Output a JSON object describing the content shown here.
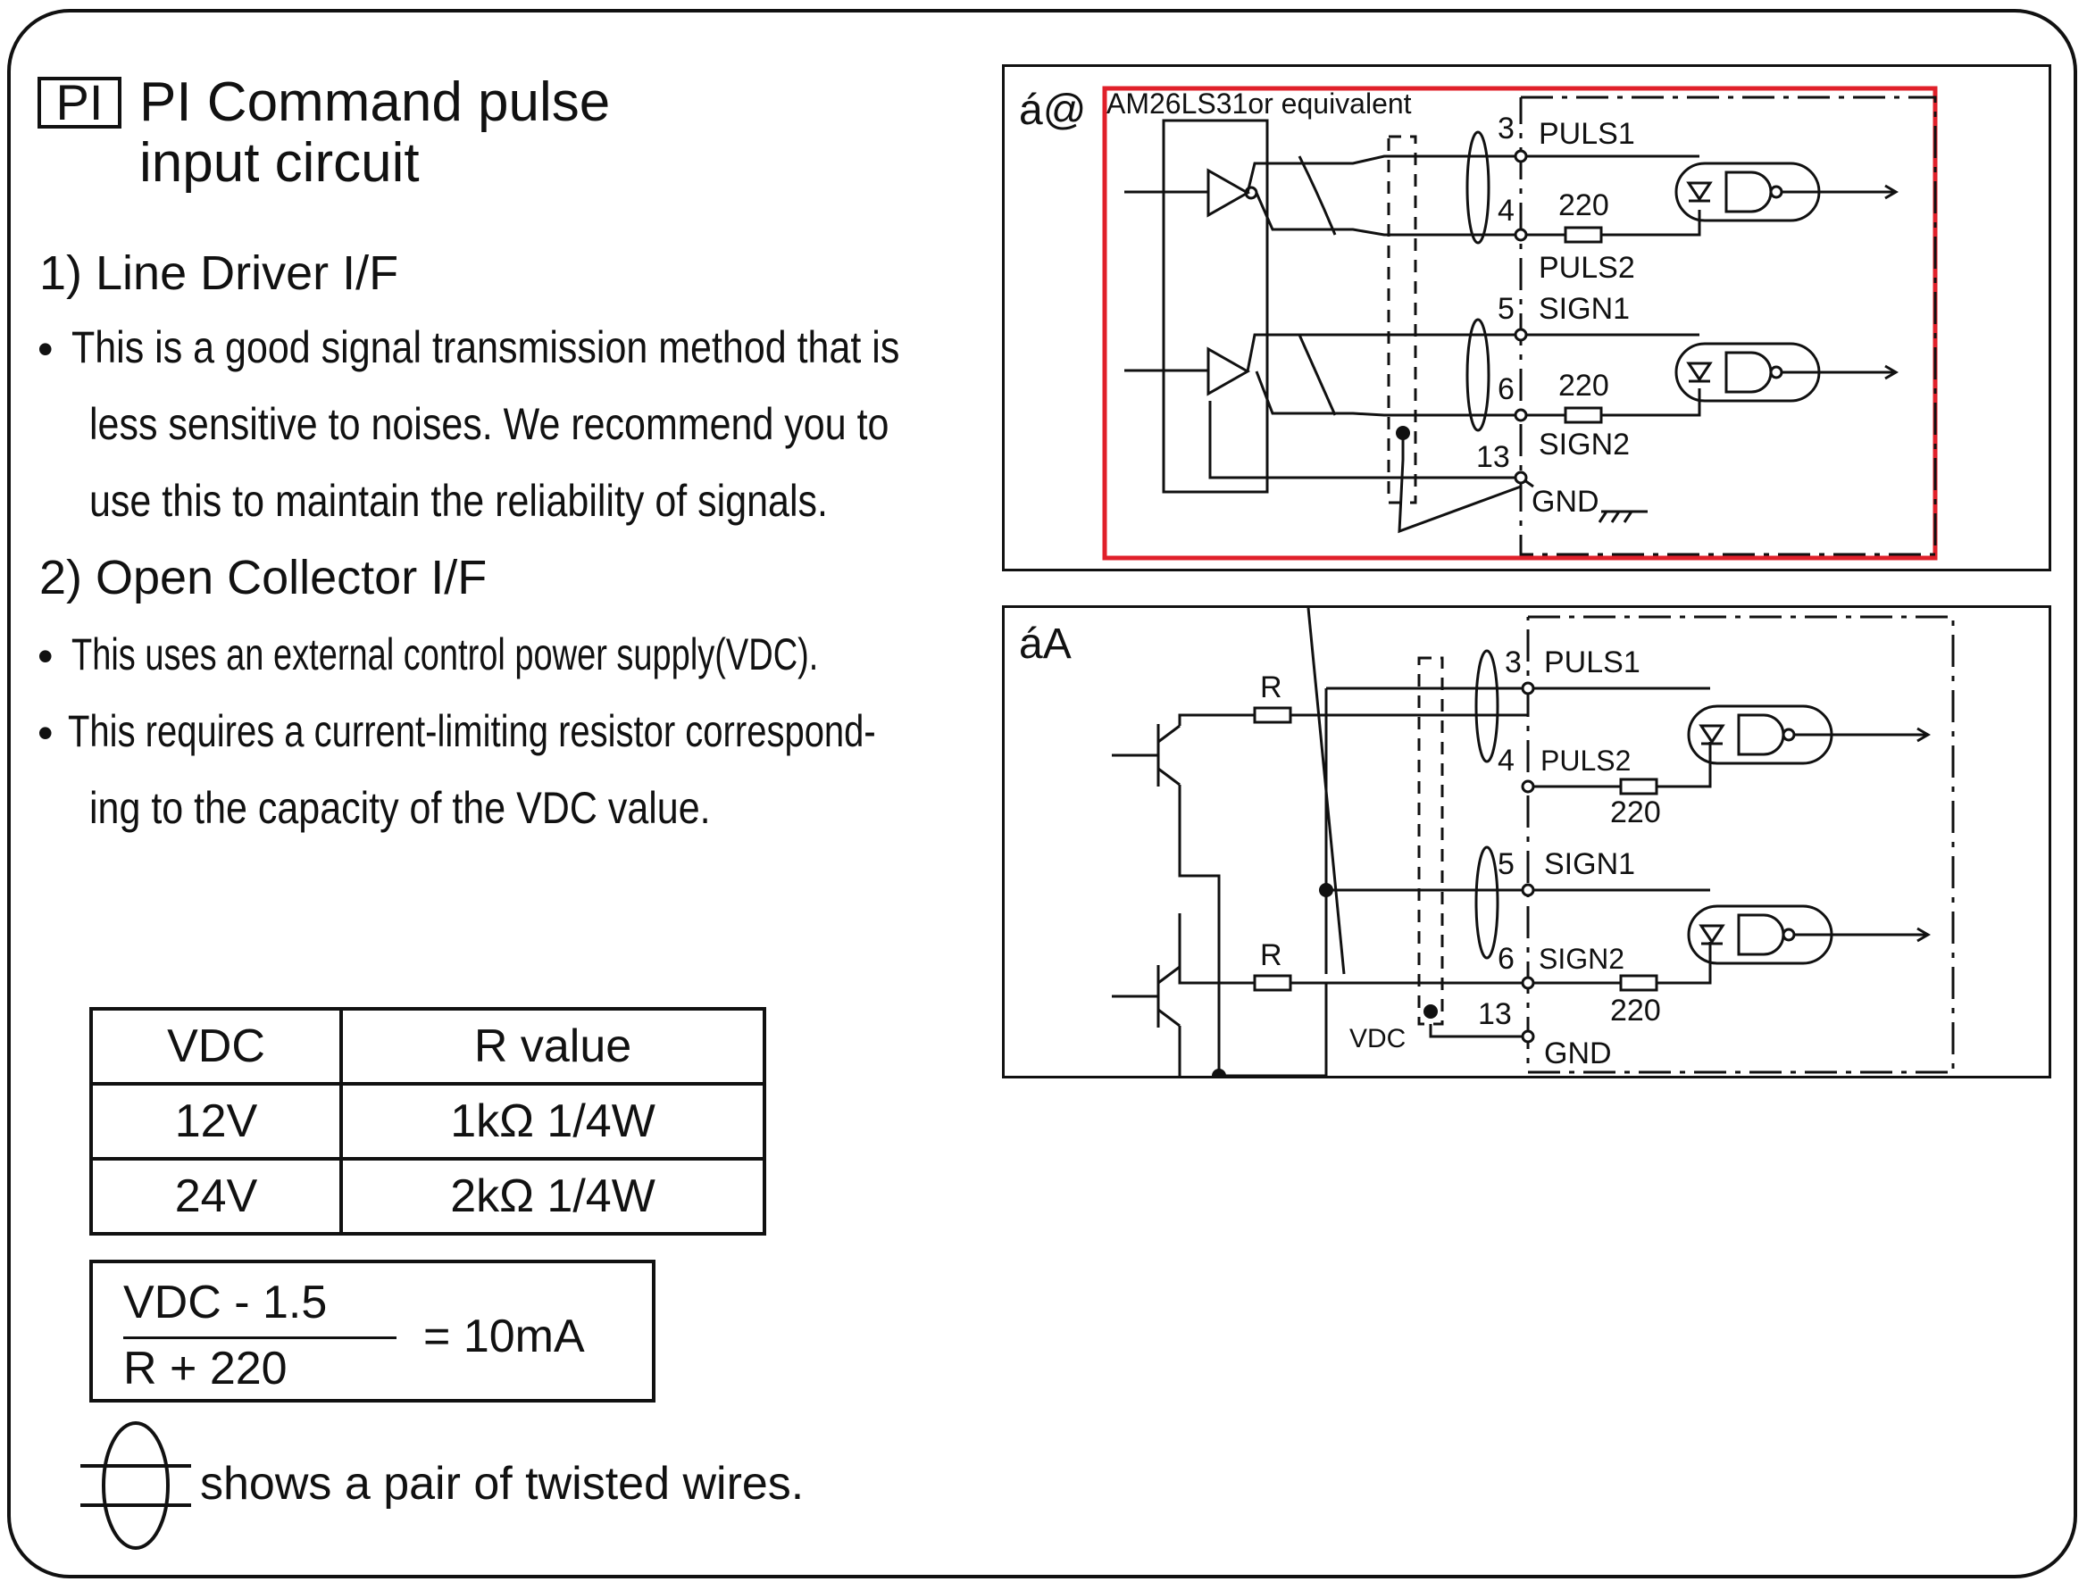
{
  "header": {
    "code_box": "PI",
    "title_line1": "PI  Command pulse",
    "title_line2": "input circuit"
  },
  "sections": {
    "line_driver_heading": "1) Line Driver I/F",
    "line_driver_bullet": "This is a good signal transmission method that is",
    "line_driver_bullet_l2": "less sensitive to noises. We recommend you to",
    "line_driver_bullet_l3": "use this to maintain the reliability of signals.",
    "open_collector_heading": "2) Open Collector I/F",
    "oc_bullet1": "This uses an external control power supply(VDC).",
    "oc_bullet2": "This requires a current-limiting resistor correspond-",
    "oc_bullet2_l2": "ing to the capacity of the VDC value."
  },
  "r_table": {
    "headers": [
      "VDC",
      "R value"
    ],
    "rows": [
      [
        "12V",
        "1kΩ 1/4W"
      ],
      [
        "24V",
        "2kΩ 1/4W"
      ]
    ]
  },
  "formula": {
    "numerator": "VDC - 1.5",
    "denominator": "R + 220",
    "result": "= 10mA"
  },
  "legend": {
    "twisted_wires": "shows a pair of twisted wires."
  },
  "diagram1": {
    "label": "á@",
    "chip": "AM26LS31or equivalent",
    "pins": [
      "3",
      "4",
      "5",
      "6",
      "13"
    ],
    "signals": [
      "PULS1",
      "PULS2",
      "SIGN1",
      "SIGN2",
      "GND"
    ],
    "resistor": "220",
    "highlight_color": "#e0202a"
  },
  "diagram2": {
    "label": "áA",
    "pins": [
      "3",
      "4",
      "5",
      "6",
      "13"
    ],
    "signals": [
      "PULS1",
      "PULS2",
      "SIGN1",
      "SIGN2",
      "GND"
    ],
    "resistor": "220",
    "r_label": "R",
    "vdc": "VDC"
  }
}
